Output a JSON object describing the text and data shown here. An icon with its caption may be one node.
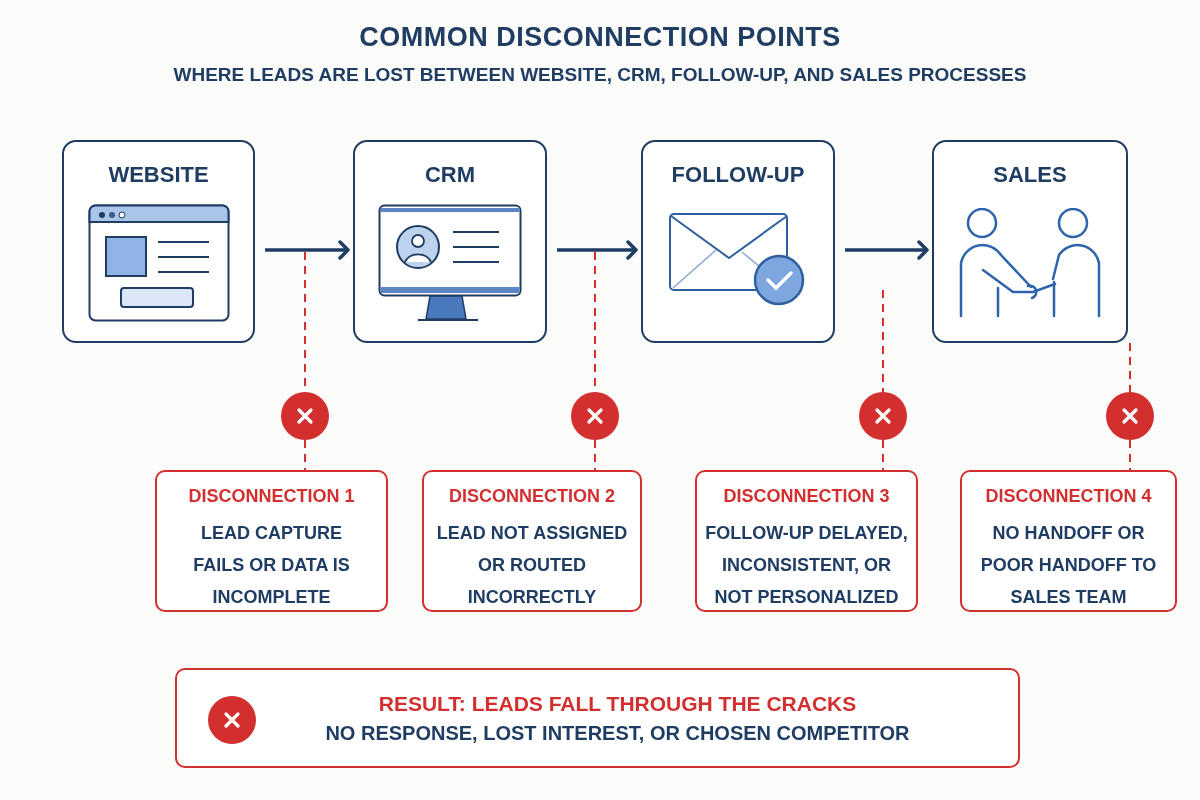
{
  "diagram": {
    "title": "COMMON DISCONNECTION POINTS",
    "caption": "WHERE LEADS ARE LOST BETWEEN WEBSITE, CRM, FOLLOW-UP, AND SALES PROCESSES",
    "nodes": [
      {
        "text": [
          "WEBSITE"
        ]
      },
      {
        "text": [
          "CRM"
        ]
      },
      {
        "text": [
          "FOLLOW-UP"
        ]
      },
      {
        "text": [
          "SALES"
        ]
      },
      {
        "text": [],
        "shape": "circle"
      },
      {
        "text": [],
        "shape": "circle"
      },
      {
        "text": [],
        "shape": "circle"
      },
      {
        "text": [],
        "shape": "circle"
      },
      {
        "text": [
          "DISCONNECTION 1",
          "LEAD CAPTURE FAILS OR DATA IS INCOMPLETE"
        ]
      },
      {
        "text": [
          "DISCONNECTION 2",
          "LEAD NOT ASSIGNED OR ROUTED INCORRECTLY"
        ]
      },
      {
        "text": [
          "DISCONNECTION 3",
          "FOLLOW-UP DELAYED, INCONSISTENT, OR NOT PERSONALIZED"
        ]
      },
      {
        "text": [
          "DISCONNECTION 4",
          "NO HANDOFF OR POOR HANDOFF TO SALES TEAM"
        ]
      },
      {
        "text": [
          "RESULT: LEADS FALL THROUGH THE CRACKS",
          "NO RESPONSE, LOST INTEREST, OR CHOSEN COMPETITOR"
        ]
      }
    ],
    "edges": [
      {
        "from": 0,
        "to": 1,
        "arrow": "to",
        "color": "#1f3d63"
      },
      {
        "from": 1,
        "to": 2,
        "arrow": "to",
        "color": "#1f3d63"
      },
      {
        "from": 2,
        "to": 3,
        "arrow": "to",
        "color": "#1f3d63"
      },
      {
        "from": null,
        "to": 4,
        "arrow": "none",
        "style": "dashed",
        "color": "#d32f2f"
      },
      {
        "from": 4,
        "to": 8,
        "arrow": "none",
        "style": "dashed",
        "color": "#d32f2f"
      },
      {
        "from": null,
        "to": 5,
        "arrow": "none",
        "style": "dashed",
        "color": "#d32f2f"
      },
      {
        "from": 5,
        "to": 9,
        "arrow": "none",
        "style": "dashed",
        "color": "#d32f2f"
      },
      {
        "from": null,
        "to": 6,
        "arrow": "none",
        "style": "dashed",
        "color": "#d32f2f"
      },
      {
        "from": 6,
        "to": 10,
        "arrow": "none",
        "style": "dashed",
        "color": "#d32f2f"
      },
      {
        "from": 3,
        "to": 7,
        "arrow": "none",
        "style": "dashed",
        "color": "#d32f2f"
      },
      {
        "from": 7,
        "to": 11,
        "arrow": "none",
        "style": "dashed",
        "color": "#d32f2f"
      }
    ]
  }
}
